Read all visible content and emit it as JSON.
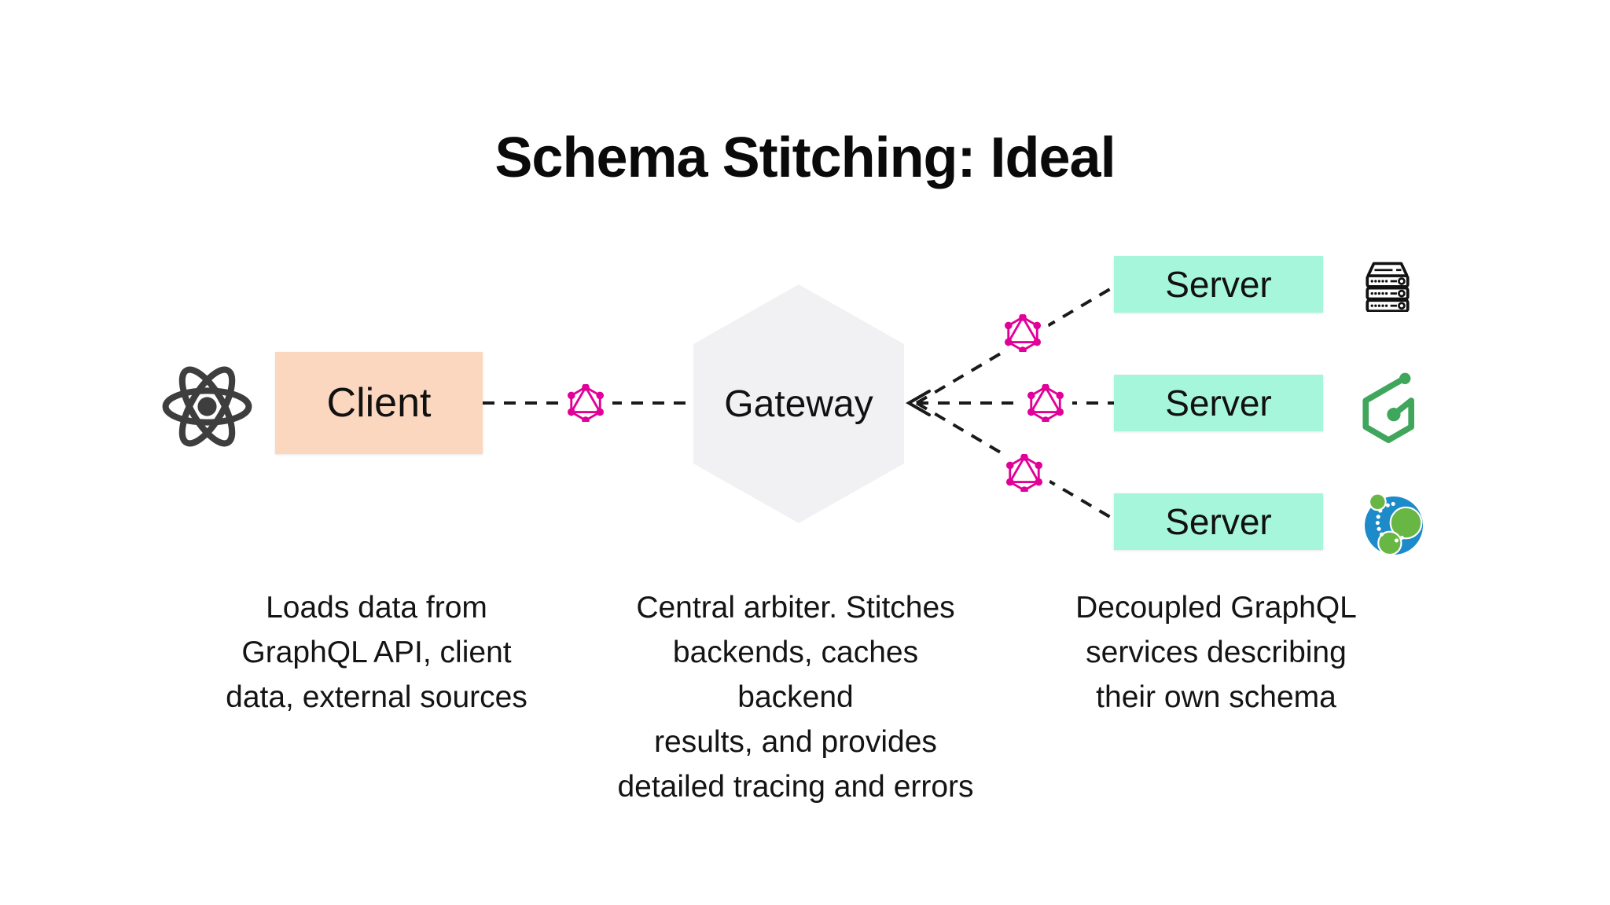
{
  "title": "Schema Stitching: Ideal",
  "client": {
    "label": "Client",
    "description": "Loads data from\nGraphQL API, client\ndata, external sources"
  },
  "gateway": {
    "label": "Gateway",
    "description": "Central arbiter. Stitches\nbackends, caches backend\nresults, and provides\ndetailed tracing and errors"
  },
  "servers": {
    "items": [
      {
        "label": "Server",
        "icon": "server-rack-icon"
      },
      {
        "label": "Server",
        "icon": "green-hexagon-service-icon"
      },
      {
        "label": "Server",
        "icon": "neo4j-database-icon"
      }
    ],
    "description": "Decoupled GraphQL\nservices describing\ntheir own schema"
  },
  "icons": {
    "client_tech": "react-icon",
    "connection": "graphql-icon"
  },
  "colors": {
    "graphql_pink": "#E10098",
    "client_box": "#FBD7C0",
    "server_box": "#A6F6DB",
    "gateway_hex": "#F1F1F3",
    "react_gray": "#3E3E3E",
    "service_green": "#3FA65C",
    "neo4j_blue": "#1D8ACA",
    "neo4j_green": "#68B744",
    "connector_line": "#1A1A1A",
    "text": "#111111"
  }
}
